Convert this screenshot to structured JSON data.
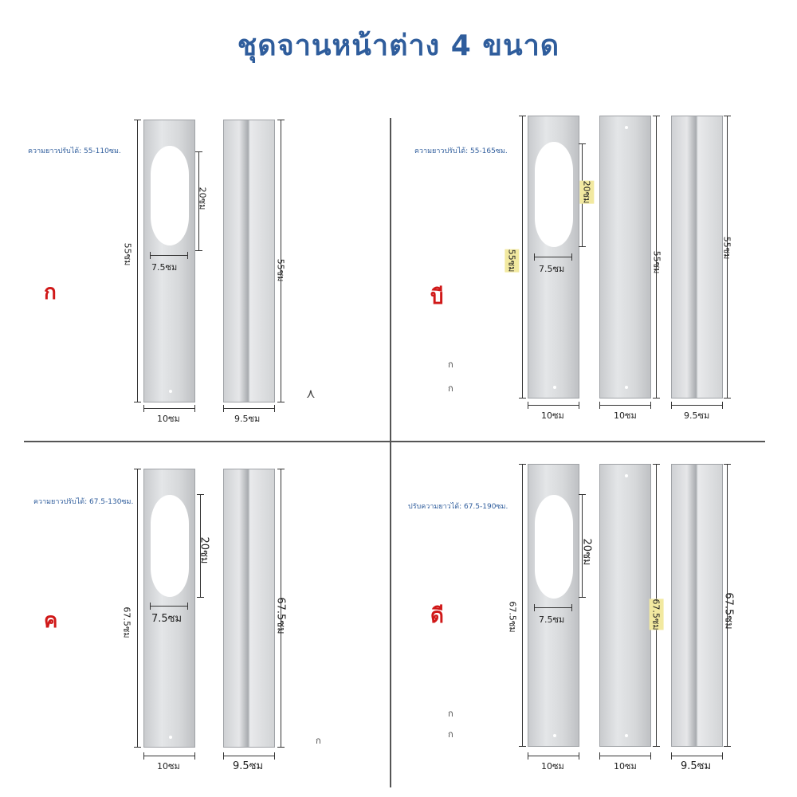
{
  "title": "ชุดจานหน้าต่าง 4 ขนาด",
  "kits": [
    {
      "letter": "ก",
      "adjust": "ความยาวปรับได้: 55-110ซม.",
      "panel_length": "55ซม",
      "hole_height": "20ซม",
      "hole_width": "7.5ซม",
      "panel_width": "10ซม",
      "rail_length": "55ซม",
      "rail_width": "9.5ซม"
    },
    {
      "letter": "บี",
      "adjust": "ความยาวปรับได้: 55-165ซม.",
      "panel_length": "55ซม",
      "hole_height": "20ซม",
      "hole_width": "7.5ซม",
      "panel_width": "10ซม",
      "mid_length": "55ซม",
      "mid_width": "10ซม",
      "rail_length": "55ซม",
      "rail_width": "9.5ซม",
      "marks": [
        "ก",
        "ก"
      ]
    },
    {
      "letter": "ค",
      "adjust": "ความยาวปรับได้: 67.5-130ซม.",
      "panel_length": "67.5ซม",
      "hole_height": "20ซม",
      "hole_width": "7.5ซม",
      "panel_width": "10ซม",
      "rail_length": "67.5ซม",
      "rail_width": "9.5ซม",
      "marks": [
        "ก"
      ]
    },
    {
      "letter": "ดี",
      "adjust": "ปรับความยาวได้: 67.5-190ซม.",
      "panel_length": "67.5ซม",
      "hole_height": "20ซม",
      "hole_width": "7.5ซม",
      "panel_width": "10ซม",
      "mid_length": "67.5ซม",
      "mid_width": "10ซม",
      "rail_length": "67.5ซม",
      "rail_width": "9.5ซม",
      "marks": [
        "ก",
        "ก"
      ]
    }
  ]
}
